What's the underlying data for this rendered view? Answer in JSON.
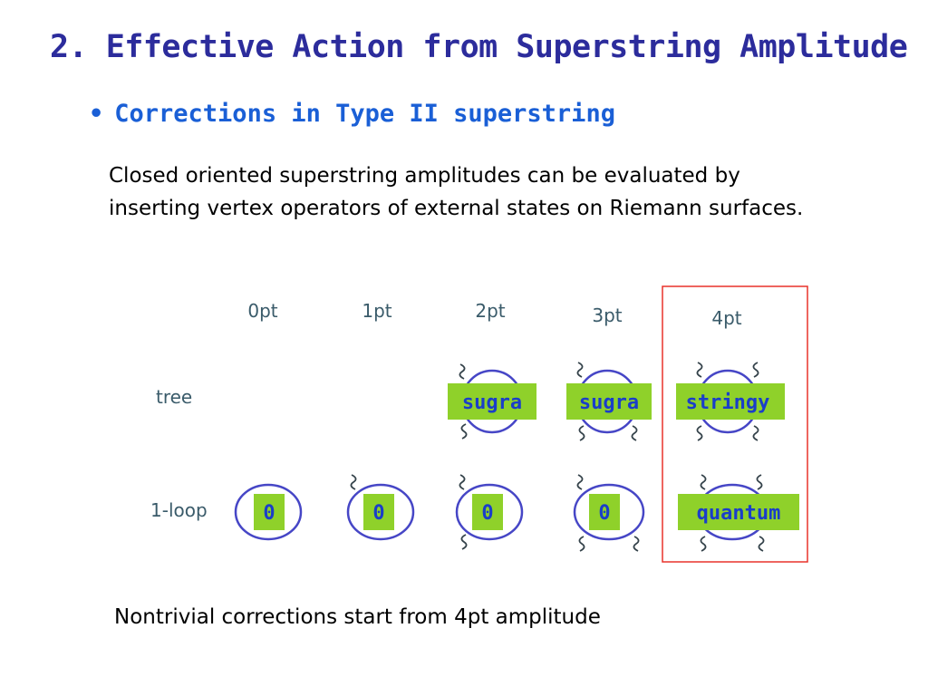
{
  "title": "2. Effective Action from Superstring Amplitude",
  "bullet": "Corrections in Type II superstring",
  "body": "Closed oriented superstring amplitudes can be evaluated by inserting vertex operators of external states on Riemann surfaces.",
  "diagram": {
    "columns": [
      "0pt",
      "1pt",
      "2pt",
      "3pt",
      "4pt"
    ],
    "rows": [
      "tree",
      "1-loop"
    ],
    "tree_labels": [
      "sugra",
      "sugra",
      "stringy"
    ],
    "loop_labels": [
      "0",
      "0",
      "0",
      "0",
      "quantum"
    ]
  },
  "footer": "Nontrivial corrections start from 4pt amplitude"
}
